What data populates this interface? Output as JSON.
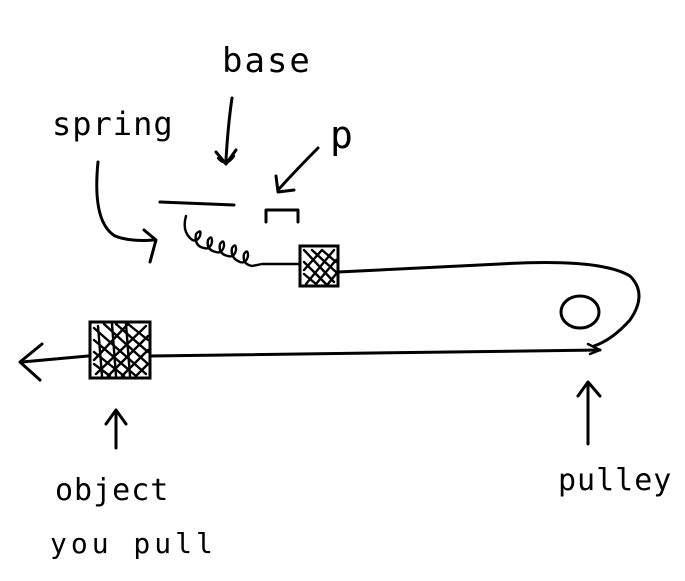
{
  "labels": {
    "base": "base",
    "p": "p",
    "spring": "spring",
    "object_line1": "object",
    "object_line2": "you pull",
    "pulley": "pulley"
  }
}
